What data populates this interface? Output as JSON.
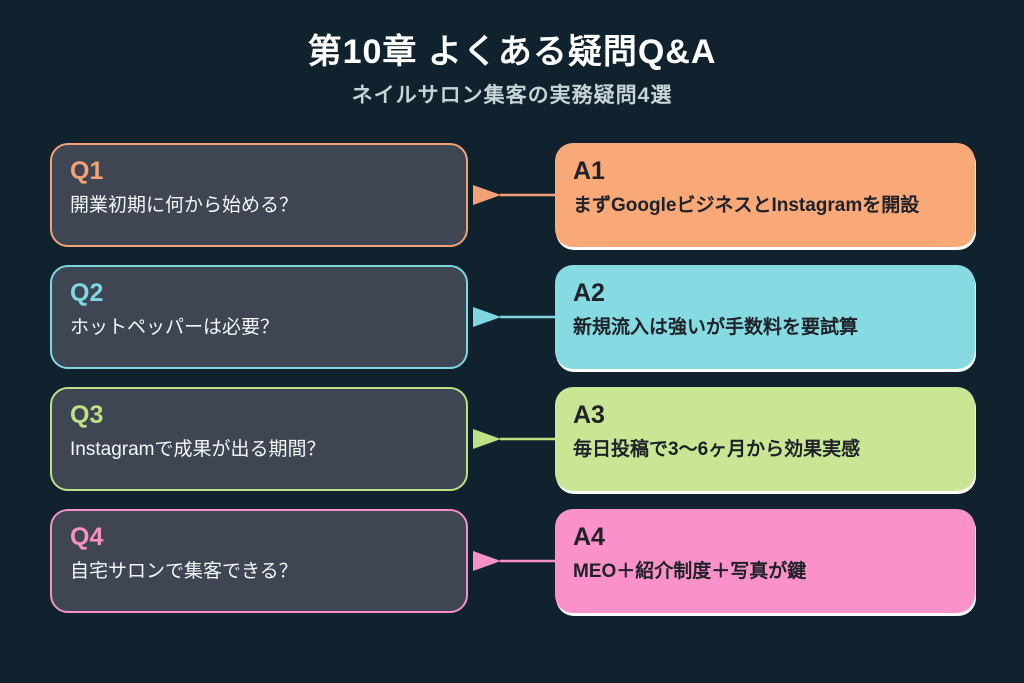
{
  "header": {
    "title": "第10章 よくある疑問Q&A",
    "subtitle": "ネイルサロン集客の実務疑問4選"
  },
  "theme": {
    "background": "#10222D",
    "question_card_fill": "#3D4652",
    "question_text_color": "#F4F6F7",
    "answer_text_color": "#20222A",
    "title_color": "#FFFFFF",
    "subtitle_color": "#C6D4D6",
    "answer_card_highlight": "#FFFFFF"
  },
  "qa_pairs": [
    {
      "q_label": "Q1",
      "question": "開業初期に何から始める？",
      "a_label": "A1",
      "answer": "まずGoogleビジネスとInstagramを開設",
      "colors": {
        "accent": "#F3A175",
        "fill": "#F9A877"
      }
    },
    {
      "q_label": "Q2",
      "question": "ホットペッパーは必要？",
      "a_label": "A2",
      "answer": "新規流入は強いが手数料を要試算",
      "colors": {
        "accent": "#7ED6E0",
        "fill": "#86DBE2"
      }
    },
    {
      "q_label": "Q3",
      "question": "Instagramで成果が出る期間？",
      "a_label": "A3",
      "answer": "毎日投稿で3〜6ヶ月から効果実感",
      "colors": {
        "accent": "#BFE083",
        "fill": "#C9E695"
      }
    },
    {
      "q_label": "Q4",
      "question": "自宅サロンで集客できる？",
      "a_label": "A4",
      "answer": "MEO＋紹介制度＋写真が鍵",
      "colors": {
        "accent": "#F690C5",
        "fill": "#FA92C9"
      }
    }
  ]
}
